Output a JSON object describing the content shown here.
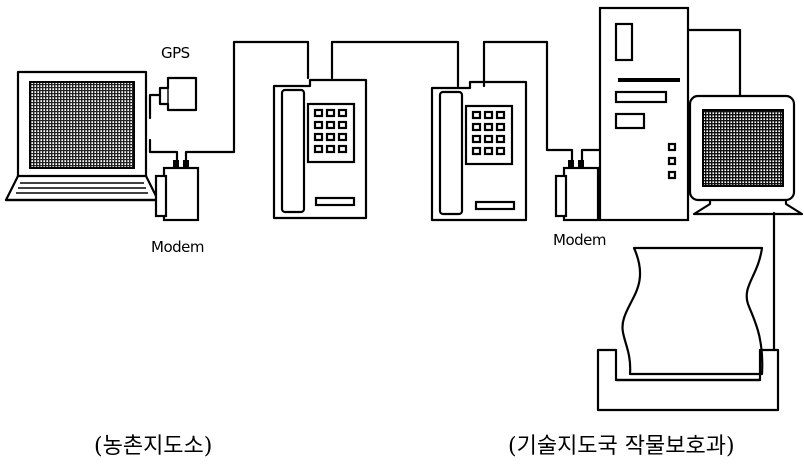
{
  "labels": {
    "gps": "GPS",
    "modem_left": "Modem",
    "modem_right": "Modem"
  },
  "captions": {
    "left": "(농촌지도소)",
    "right": "(기술지도국 작물보호과)"
  },
  "icons": [
    "laptop-icon",
    "gps-receiver-icon",
    "modem-icon",
    "telephone-icon",
    "tower-computer-icon",
    "monitor-icon",
    "printer-icon"
  ]
}
